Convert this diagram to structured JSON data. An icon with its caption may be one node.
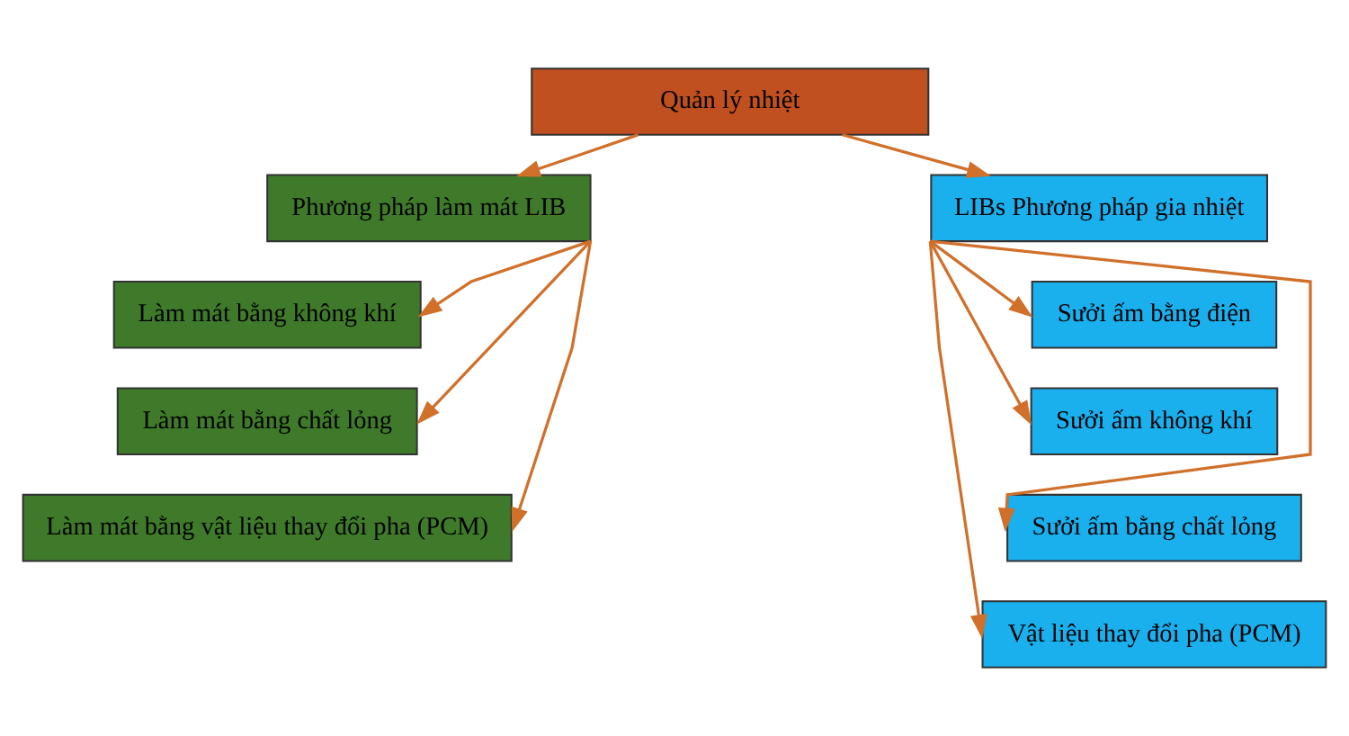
{
  "diagram": {
    "nodes": [
      {
        "text": [
          "Quản lý nhiệt"
        ]
      },
      {
        "text": [
          "Phương pháp làm mát LIB"
        ]
      },
      {
        "text": [
          "LIBs Phương pháp gia nhiệt"
        ]
      },
      {
        "text": [
          "Làm mát bằng không khí"
        ]
      },
      {
        "text": [
          "Làm mát bằng chất lỏng"
        ]
      },
      {
        "text": [
          "Làm mát bằng vật liệu thay đổi pha (PCM)"
        ]
      },
      {
        "text": [
          "Sưởi ấm bằng điện"
        ]
      },
      {
        "text": [
          "Sưởi ấm không khí"
        ]
      },
      {
        "text": [
          "Sưởi ấm bằng chất lỏng"
        ]
      },
      {
        "text": [
          "Vật liệu thay đổi pha (PCM)"
        ]
      }
    ],
    "edges": [
      {
        "from": 0,
        "to": 1,
        "arrow": "to"
      },
      {
        "from": 0,
        "to": 2,
        "arrow": "to"
      },
      {
        "from": 1,
        "to": 3,
        "arrow": "to"
      },
      {
        "from": 1,
        "to": 4,
        "arrow": "to"
      },
      {
        "from": 1,
        "to": 5,
        "arrow": "to"
      },
      {
        "from": 2,
        "to": 6,
        "arrow": "to"
      },
      {
        "from": 2,
        "to": 7,
        "arrow": "to"
      },
      {
        "from": 2,
        "to": 8,
        "arrow": "to"
      },
      {
        "from": 2,
        "to": 9,
        "arrow": "to"
      }
    ]
  }
}
